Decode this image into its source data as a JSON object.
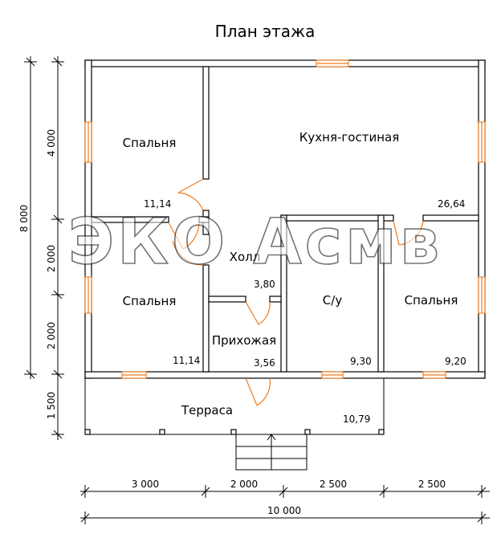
{
  "title": "План этажа",
  "watermark": "ЭКО Асмв",
  "rooms": [
    {
      "id": "bedroom-1",
      "name": "Спальня",
      "area": "11,14"
    },
    {
      "id": "kitchen",
      "name": "Кухня-гостиная",
      "area": "26,64"
    },
    {
      "id": "hall",
      "name": "Холл",
      "area": "3,80"
    },
    {
      "id": "bedroom-2",
      "name": "Спальня",
      "area": "11,14"
    },
    {
      "id": "entry",
      "name": "Прихожая",
      "area": "3,56"
    },
    {
      "id": "bathroom",
      "name": "С/у",
      "area": "9,30"
    },
    {
      "id": "bedroom-3",
      "name": "Спальня",
      "area": "9,20"
    },
    {
      "id": "terrace",
      "name": "Терраса",
      "area": "10,79"
    }
  ],
  "dimensions": {
    "bottom_segments": [
      "3 000",
      "2 000",
      "2 500",
      "2 500"
    ],
    "bottom_total": "10 000",
    "left_segments": [
      "4 000",
      "2 000",
      "2 000",
      "1 500"
    ],
    "left_total": "8 000"
  }
}
